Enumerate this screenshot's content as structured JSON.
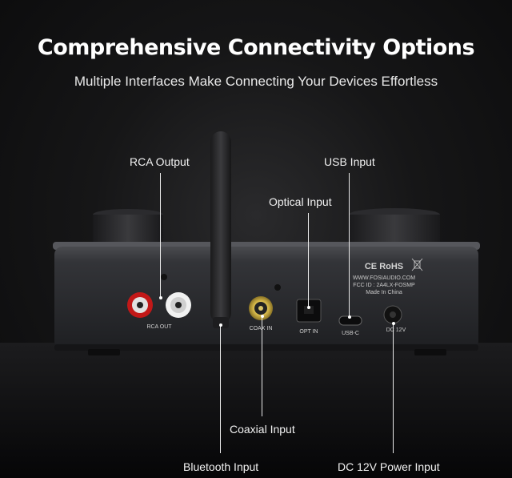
{
  "header": {
    "title": "Comprehensive Connectivity Options",
    "subtitle": "Multiple Interfaces Make Connecting Your Devices Effortless"
  },
  "callouts": {
    "rca_output": "RCA Output",
    "usb_input": "USB Input",
    "optical_input": "Optical Input",
    "coaxial_input": "Coaxial Input",
    "bluetooth_input": "Bluetooth Input",
    "dc_power_input": "DC 12V Power Input"
  },
  "device": {
    "ports": {
      "rca": "RCA OUT",
      "coax": "COAX IN",
      "opt": "OPT IN",
      "usb": "USB-C",
      "dc": "DC 12V"
    },
    "certification": "CE RoHS",
    "website": "WWW.FOSIAUDIO.COM",
    "fcc_id": "FCC ID : 2A4LX-FOSMP",
    "made_in": "Made In China"
  }
}
